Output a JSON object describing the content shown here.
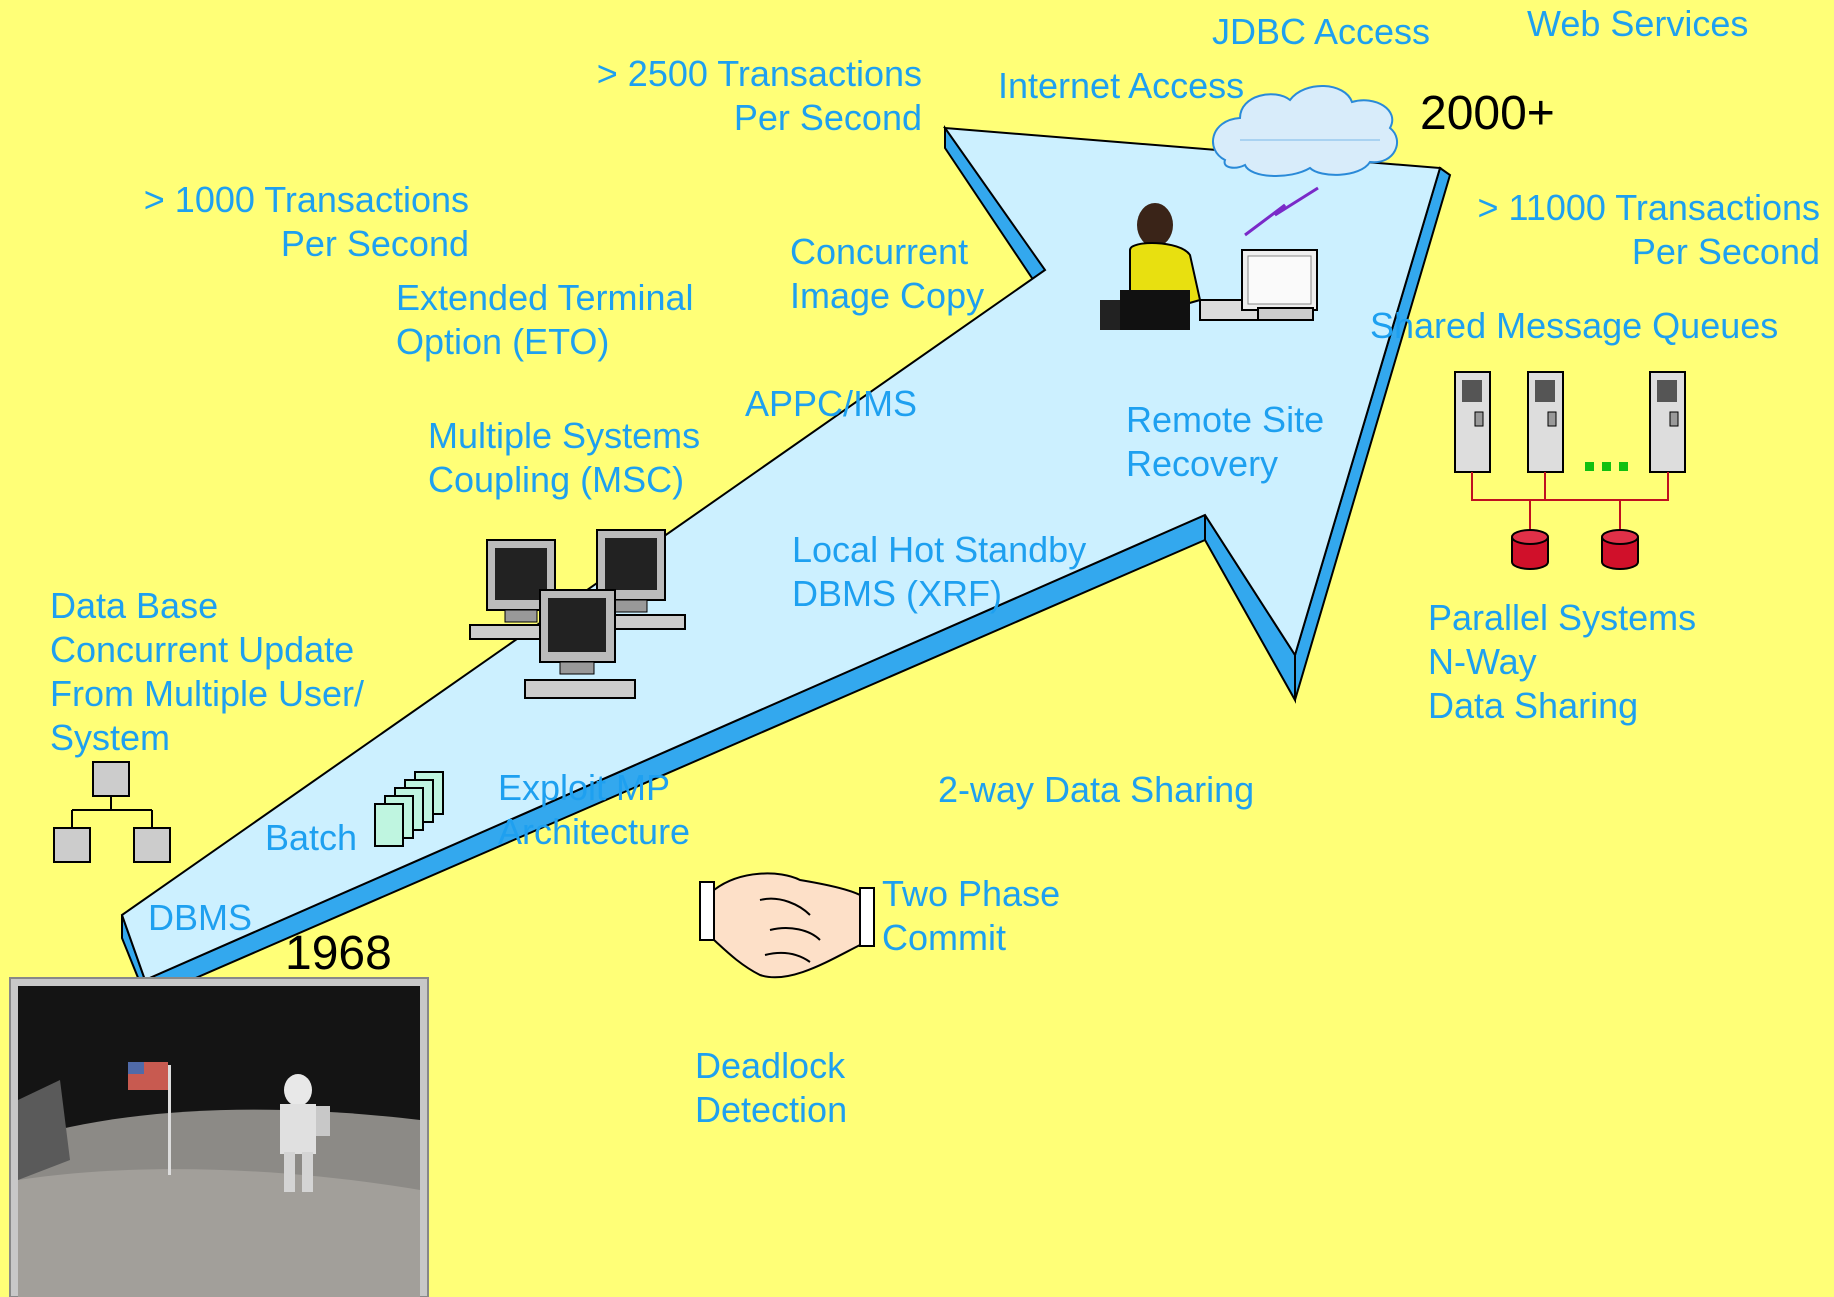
{
  "years": {
    "start": "1968",
    "end": "2000+"
  },
  "labels": {
    "web_services": "Web Services",
    "jdbc_access": "JDBC Access",
    "internet_access": "Internet Access",
    "tps_2500": "> 2500 Transactions\nPer Second",
    "tps_1000": "> 1000 Transactions\nPer Second",
    "tps_11000": "> 11000 Transactions\nPer Second",
    "concurrent_image_copy": "Concurrent\nImage Copy",
    "eto": "Extended Terminal\nOption (ETO)",
    "shared_mq": "Shared Message Queues",
    "appc_ims": "APPC/IMS",
    "msc": "Multiple Systems\nCoupling (MSC)",
    "remote_site_recovery": "Remote Site\nRecovery",
    "xrf": "Local Hot Standby\nDBMS (XRF)",
    "db_concurrent_update": "Data Base\nConcurrent Update\nFrom Multiple User/\nSystem",
    "parallel_systems": "Parallel Systems\nN-Way\nData Sharing",
    "two_way_sharing": "2-way Data Sharing",
    "exploit_mp": "Exploit MP\nArchitecture",
    "batch": "Batch",
    "two_phase_commit": "Two Phase\nCommit",
    "dbms": "DBMS",
    "deadlock": "Deadlock\nDetection"
  },
  "colors": {
    "background": "#ffff77",
    "label": "#1ea0f0",
    "arrow_face": "#ccf0ff",
    "arrow_side": "#33a8ee",
    "year_text": "#000000"
  }
}
